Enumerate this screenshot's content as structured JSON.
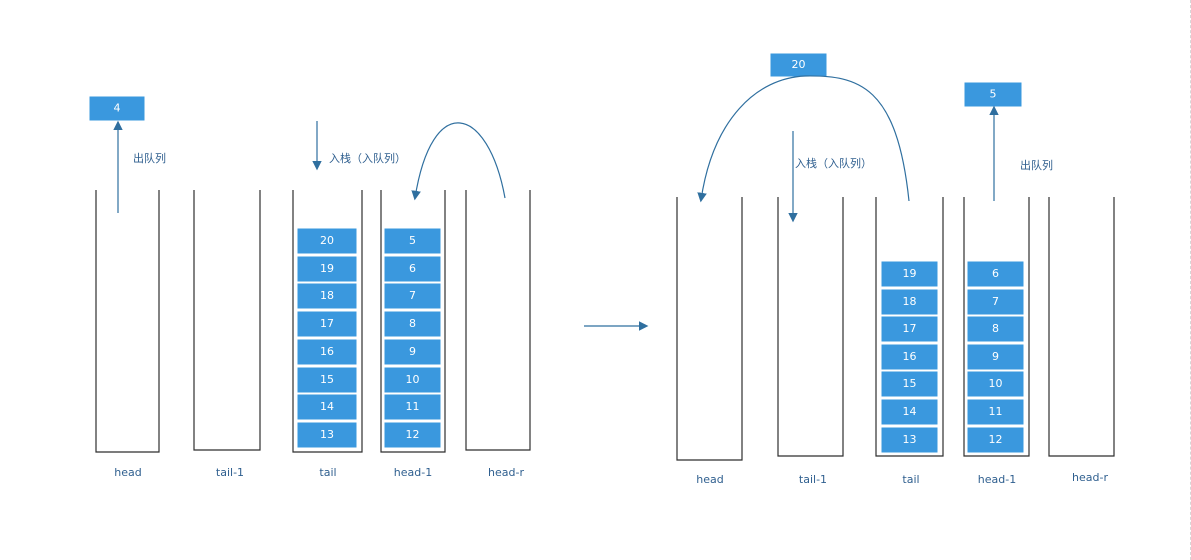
{
  "colors": {
    "box_fill": "#3a98de",
    "label_color": "#2f5f8f",
    "stroke_color": "#2f2f2f",
    "arrow_color": "#2f6f9f"
  },
  "left": {
    "popped_value": "4",
    "pop_label": "出队列",
    "push_label": "入栈（入队列）",
    "stacks": [
      {
        "label": "head",
        "items": []
      },
      {
        "label": "tail-1",
        "items": []
      },
      {
        "label": "tail",
        "items": [
          "20",
          "19",
          "18",
          "17",
          "16",
          "15",
          "14",
          "13"
        ]
      },
      {
        "label": "head-1",
        "items": [
          "5",
          "6",
          "7",
          "8",
          "9",
          "10",
          "11",
          "12"
        ]
      },
      {
        "label": "head-r",
        "items": []
      }
    ]
  },
  "right": {
    "floating_value": "20",
    "popped_value": "5",
    "push_label": "入栈（入队列）",
    "pop_label": "出队列",
    "stacks": [
      {
        "label": "head",
        "items": []
      },
      {
        "label": "tail-1",
        "items": []
      },
      {
        "label": "tail",
        "items": [
          "19",
          "18",
          "17",
          "16",
          "15",
          "14",
          "13"
        ]
      },
      {
        "label": "head-1",
        "items": [
          "6",
          "7",
          "8",
          "9",
          "10",
          "11",
          "12"
        ]
      },
      {
        "label": "head-r",
        "items": []
      }
    ]
  }
}
